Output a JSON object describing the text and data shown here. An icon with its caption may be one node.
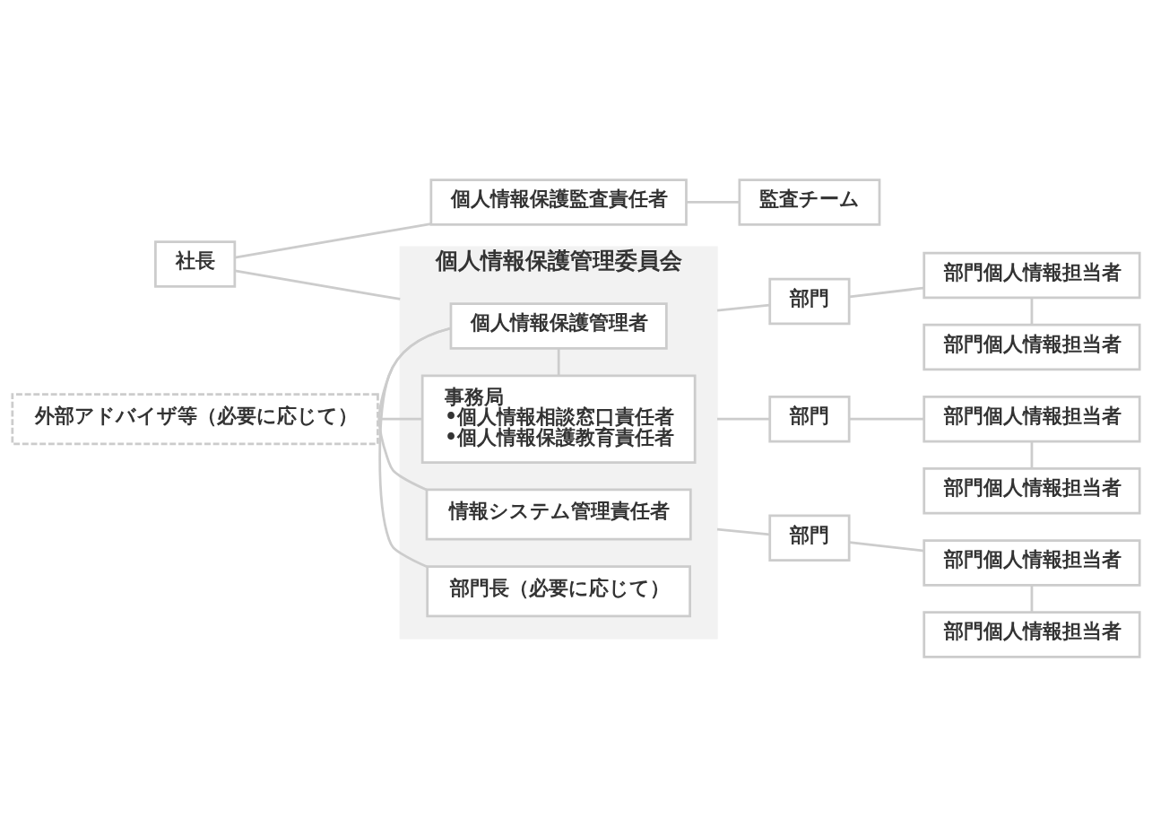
{
  "diagram": {
    "nodes": [
      {
        "text": [
          "社長"
        ]
      },
      {
        "text": [
          "個人情報保護監査責任者"
        ]
      },
      {
        "text": [
          "監査チーム"
        ]
      },
      {
        "text": [
          "個人情報保護管理委員会"
        ]
      },
      {
        "text": [
          "個人情報保護管理者"
        ],
        "in": 3
      },
      {
        "text": [
          "事務局",
          "•個人情報相談窓口責任者",
          "•個人情報保護教育責任者"
        ],
        "in": 3
      },
      {
        "text": [
          "情報システム管理責任者"
        ],
        "in": 3
      },
      {
        "text": [
          "部門長（必要に応じて）"
        ],
        "in": 3
      },
      {
        "text": [
          "外部アドバイザ等（必要に応じて）"
        ]
      },
      {
        "text": [
          "部門"
        ]
      },
      {
        "text": [
          "部門個人情報担当者"
        ]
      },
      {
        "text": [
          "部門個人情報担当者"
        ]
      },
      {
        "text": [
          "部門"
        ]
      },
      {
        "text": [
          "部門個人情報担当者"
        ]
      },
      {
        "text": [
          "部門個人情報担当者"
        ]
      },
      {
        "text": [
          "部門"
        ]
      },
      {
        "text": [
          "部門個人情報担当者"
        ]
      },
      {
        "text": [
          "部門個人情報担当者"
        ]
      }
    ],
    "edges": [
      {
        "from": 0,
        "to": 1,
        "arrow": "none"
      },
      {
        "from": 0,
        "to": 3,
        "arrow": "none"
      },
      {
        "from": 1,
        "to": 2,
        "arrow": "none"
      },
      {
        "from": 3,
        "to": 9,
        "arrow": "none"
      },
      {
        "from": 9,
        "to": 10,
        "arrow": "none"
      },
      {
        "from": 10,
        "to": 11,
        "arrow": "none"
      },
      {
        "from": 3,
        "to": 12,
        "arrow": "none"
      },
      {
        "from": 12,
        "to": 13,
        "arrow": "none"
      },
      {
        "from": 13,
        "to": 14,
        "arrow": "none"
      },
      {
        "from": 3,
        "to": 15,
        "arrow": "none"
      },
      {
        "from": 15,
        "to": 16,
        "arrow": "none"
      },
      {
        "from": 16,
        "to": 17,
        "arrow": "none"
      },
      {
        "from": 4,
        "to": 5,
        "arrow": "none"
      },
      {
        "from": 4,
        "to": 6,
        "arrow": "none"
      },
      {
        "from": 4,
        "to": 7,
        "arrow": "none"
      },
      {
        "from": 8,
        "to": 5,
        "arrow": "none"
      }
    ]
  }
}
